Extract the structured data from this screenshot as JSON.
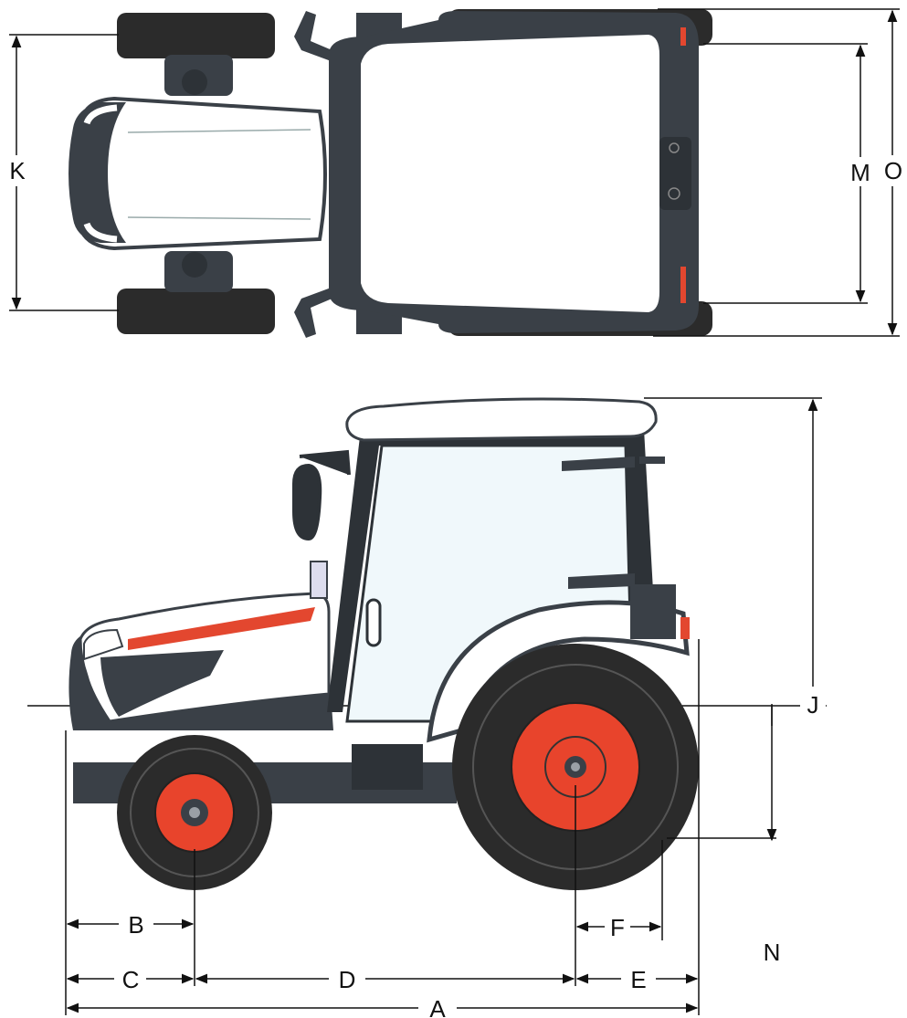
{
  "labels": {
    "K": "K",
    "M": "M",
    "O": "O",
    "J": "J",
    "N": "N",
    "B": "B",
    "C": "C",
    "D": "D",
    "E": "E",
    "F": "F",
    "A": "A"
  },
  "colors": {
    "tire": "#2b2b2b",
    "body_dark": "#3a4047",
    "body_white": "#ffffff",
    "glass": "#f0f8fb",
    "accent_red": "#e3472f",
    "rim_red": "#e8442c",
    "line": "#111111"
  }
}
